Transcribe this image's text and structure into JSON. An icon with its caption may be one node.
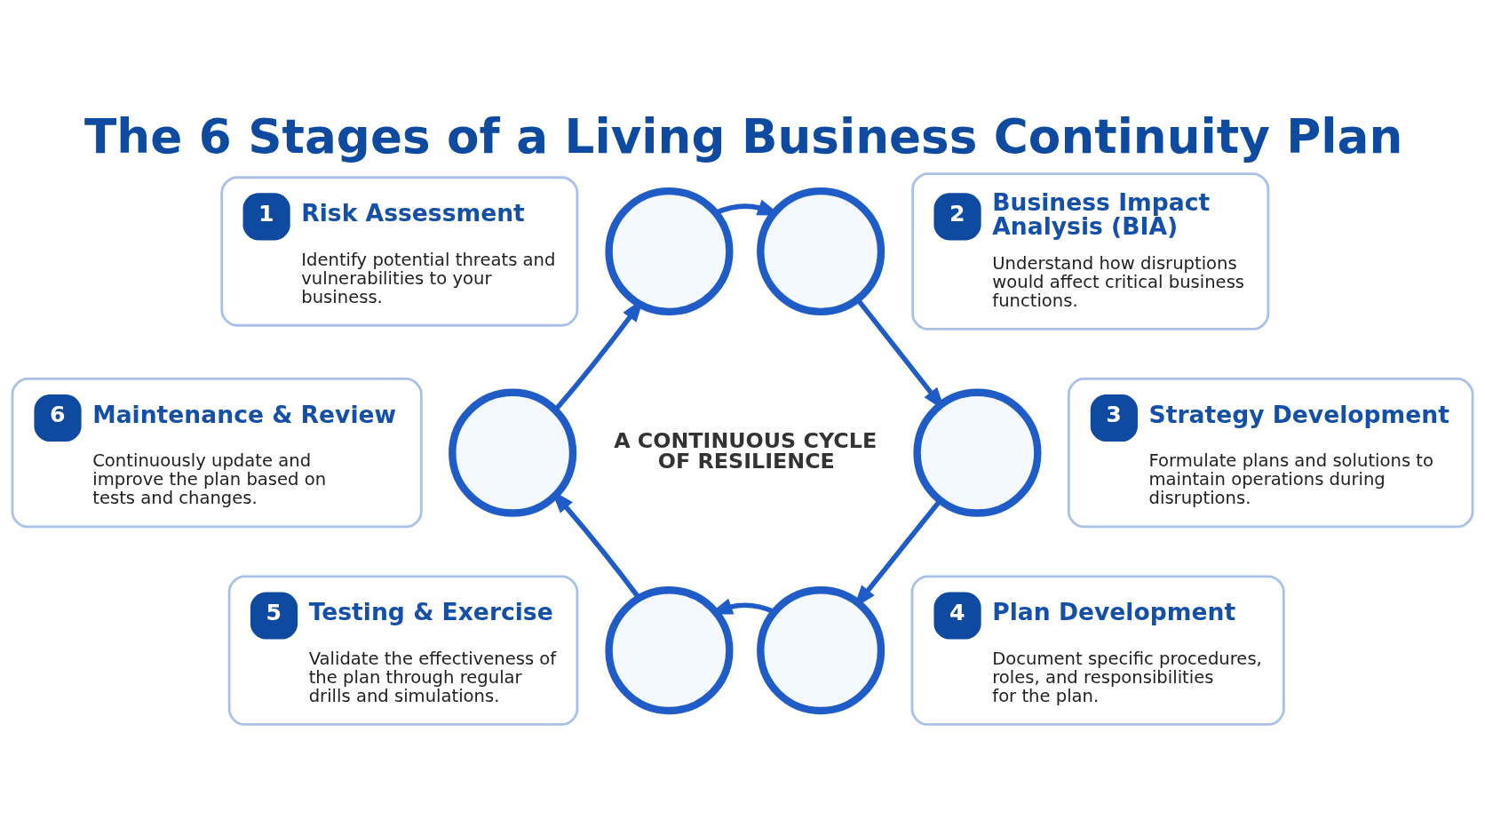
{
  "diagram": {
    "title": "The 6 Stages of a Living Business Continuity Plan",
    "nodes": [
      {
        "text": [
          "1",
          "Risk Assessment",
          "Identify potential threats and vulnerabilities to your business."
        ]
      },
      {
        "text": [],
        "shape": "circle"
      },
      {
        "text": [],
        "shape": "circle"
      },
      {
        "text": [
          "2",
          "Business Impact Analysis (BIA)",
          "Understand how disruptions would affect critical business functions."
        ]
      },
      {
        "text": [
          "6",
          "Maintenance & Review",
          "Continuously update and improve the plan based on tests and changes."
        ]
      },
      {
        "text": [],
        "shape": "circle"
      },
      {
        "text": [],
        "shape": "circle"
      },
      {
        "text": [
          "3",
          "Strategy Development",
          "Formulate plans and solutions to maintain operations during disruptions."
        ]
      },
      {
        "text": [
          "5",
          "Testing & Exercise",
          "Validate the effectiveness of the plan through regular drills and simulations."
        ]
      },
      {
        "text": [],
        "shape": "circle"
      },
      {
        "text": [],
        "shape": "circle"
      },
      {
        "text": [
          "4",
          "Plan Development",
          "Document specific procedures, roles, and responsibilities for the plan."
        ]
      }
    ],
    "edges": [
      {
        "from": 1,
        "to": 2,
        "arrow": "to"
      },
      {
        "from": 2,
        "to": 6,
        "arrow": "to"
      },
      {
        "from": 6,
        "to": 10,
        "arrow": "to"
      },
      {
        "from": 10,
        "to": 9,
        "arrow": "to"
      },
      {
        "from": 9,
        "to": 5,
        "arrow": "to"
      },
      {
        "from": 5,
        "to": 1,
        "arrow": "to"
      }
    ],
    "labels": [
      "A CONTINUOUS CYCLE OF RESILIENCE"
    ]
  }
}
